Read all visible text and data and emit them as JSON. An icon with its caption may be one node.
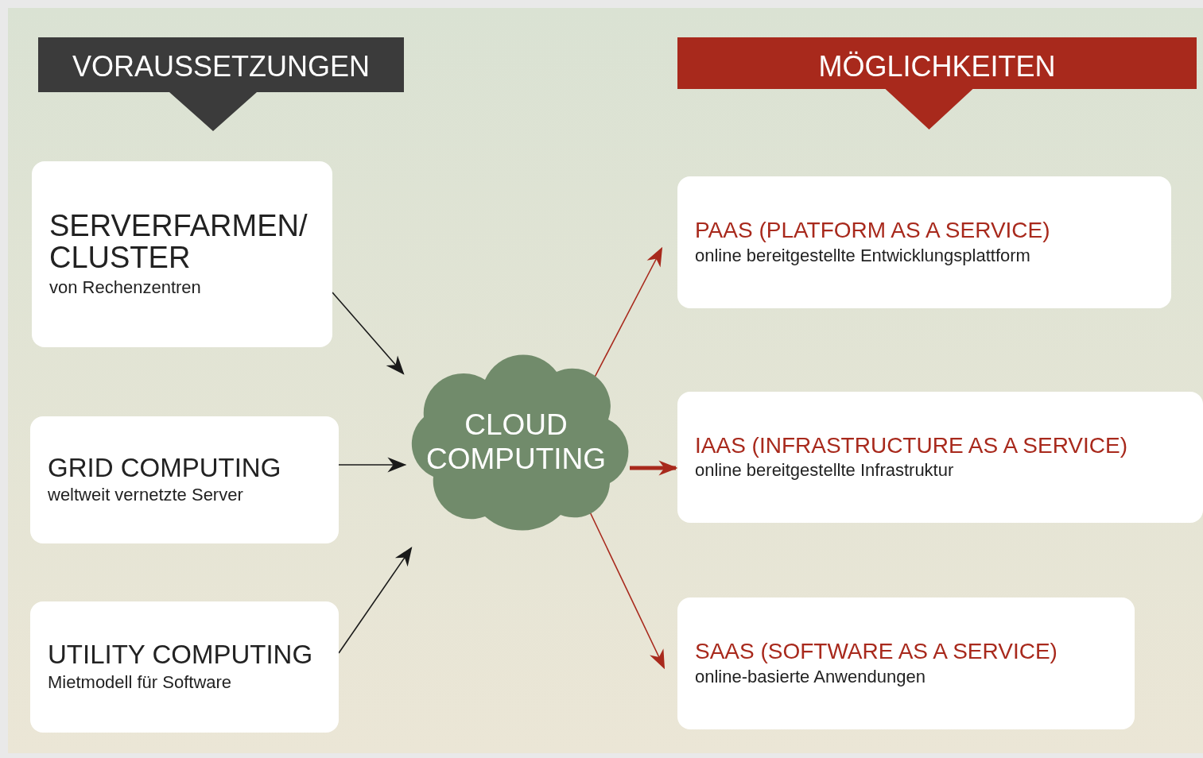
{
  "diagram": {
    "nodes": [
      {
        "text": [
          "VORAUSSETZUNGEN"
        ]
      },
      {
        "text": [
          "MÖGLICHKEITEN"
        ]
      },
      {
        "text": [
          "SERVERFARMEN/ CLUSTER",
          "von Rechenzentren"
        ]
      },
      {
        "text": [
          "GRID COMPUTING",
          "weltweit vernetzte Server"
        ]
      },
      {
        "text": [
          "UTILITY COMPUTING",
          "Mietmodell für Software"
        ]
      },
      {
        "text": [
          "CLOUD COMPUTING"
        ]
      },
      {
        "text": [
          "PAAS (PLATFORM AS A SERVICE)",
          "online bereitgestellte Entwicklungsplattform"
        ]
      },
      {
        "text": [
          "IAAS (INFRASTRUCTURE AS A SERVICE)",
          "online bereitgestellte Infrastruktur"
        ]
      },
      {
        "text": [
          "SAAS (SOFTWARE AS A SERVICE)",
          "online-basierte Anwendungen"
        ]
      }
    ],
    "edges": [
      {
        "from": 2,
        "to": 5,
        "arrow": "to"
      },
      {
        "from": 3,
        "to": 5,
        "arrow": "to"
      },
      {
        "from": 4,
        "to": 5,
        "arrow": "to"
      },
      {
        "from": 5,
        "to": 6,
        "arrow": "to",
        "color": "#a8291c"
      },
      {
        "from": 5,
        "to": 7,
        "arrow": "to",
        "color": "#a8291c",
        "style": "thick"
      },
      {
        "from": 5,
        "to": 8,
        "arrow": "to",
        "color": "#a8291c"
      }
    ]
  }
}
